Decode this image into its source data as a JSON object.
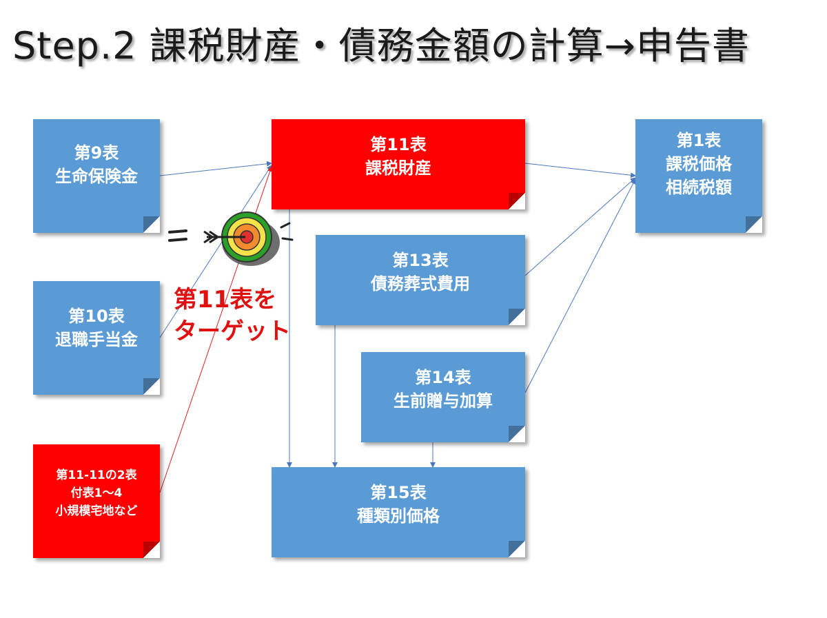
{
  "title": "Step.2 課税財産・債務金額の計算→申告書",
  "boxes": {
    "t9": {
      "line1": "第9表",
      "line2": "生命保険金"
    },
    "t10": {
      "line1": "第10表",
      "line2": "退職手当金"
    },
    "t11_11": {
      "line1": "第11-11の2表",
      "line2": "付表1～4",
      "line3": "小規模宅地など"
    },
    "t11": {
      "line1": "第11表",
      "line2": "課税財産"
    },
    "t13": {
      "line1": "第13表",
      "line2": "債務葬式費用"
    },
    "t14": {
      "line1": "第14表",
      "line2": "生前贈与加算"
    },
    "t15": {
      "line1": "第15表",
      "line2": "種類別価格"
    },
    "t1": {
      "line1": "第1表",
      "line2": "課税価格",
      "line3": "相続税額"
    }
  },
  "callout": {
    "line1": "第11表を",
    "line2": "ターゲット"
  },
  "icons": {
    "target": "target-with-arrow-icon"
  },
  "colors": {
    "blue": "#5b9bd5",
    "red": "#ff0000",
    "callout": "#e01010",
    "connector_blue": "#4a78c0",
    "connector_red": "#e02020"
  }
}
